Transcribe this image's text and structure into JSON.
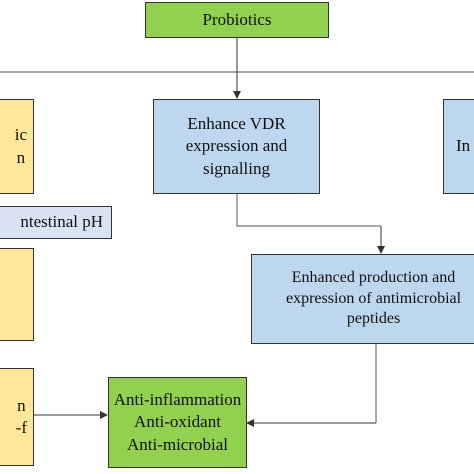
{
  "nodes": {
    "probiotics": "Probiotics",
    "enhance_vdr": "Enhance VDR\nexpression and\nsignalling",
    "right_partial": "In",
    "left_top_partial": "ic\nn",
    "intestinal_ph": "ntestinal pH",
    "left_middle_partial": "",
    "left_bottom_partial": "n\n-f",
    "antimicrobial_peptides": "Enhanced production and\nexpression of antimicrobial\npeptides",
    "outcomes": "Anti-inflammation\nAnti-oxidant\nAnti-microbial"
  },
  "colors": {
    "green": "#92d050",
    "blue": "#bdd7ee",
    "yellow": "#ffe699",
    "grey": "#dae3f3",
    "line": "#555555"
  }
}
